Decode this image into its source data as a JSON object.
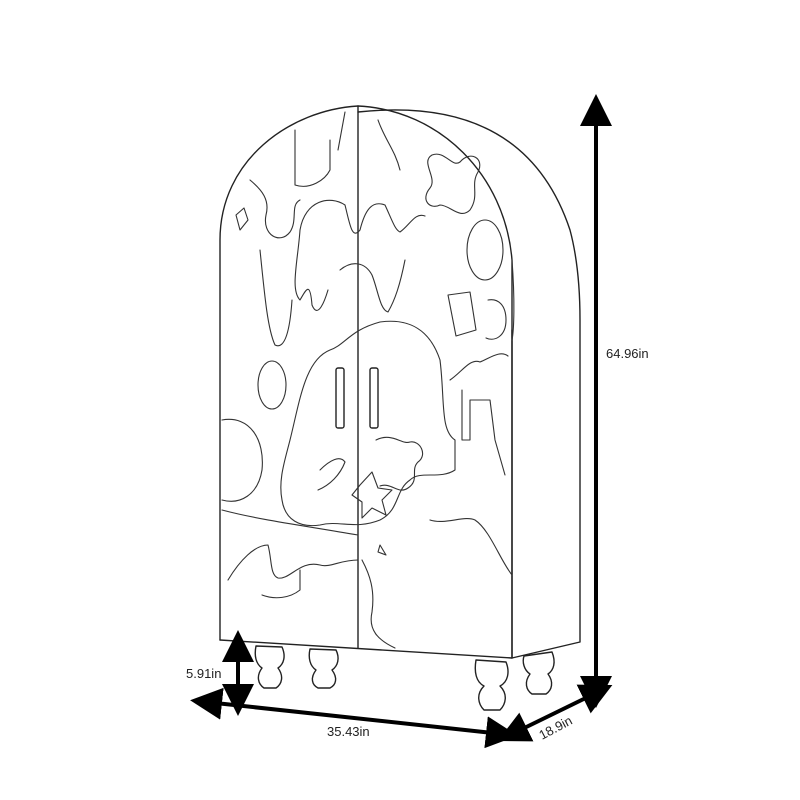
{
  "dimensions": {
    "height": "64.96in",
    "width": "35.43in",
    "depth": "18.9in",
    "leg_height": "5.91in"
  },
  "colors": {
    "line": "#222222",
    "arrow": "#000000",
    "background": "#ffffff"
  }
}
